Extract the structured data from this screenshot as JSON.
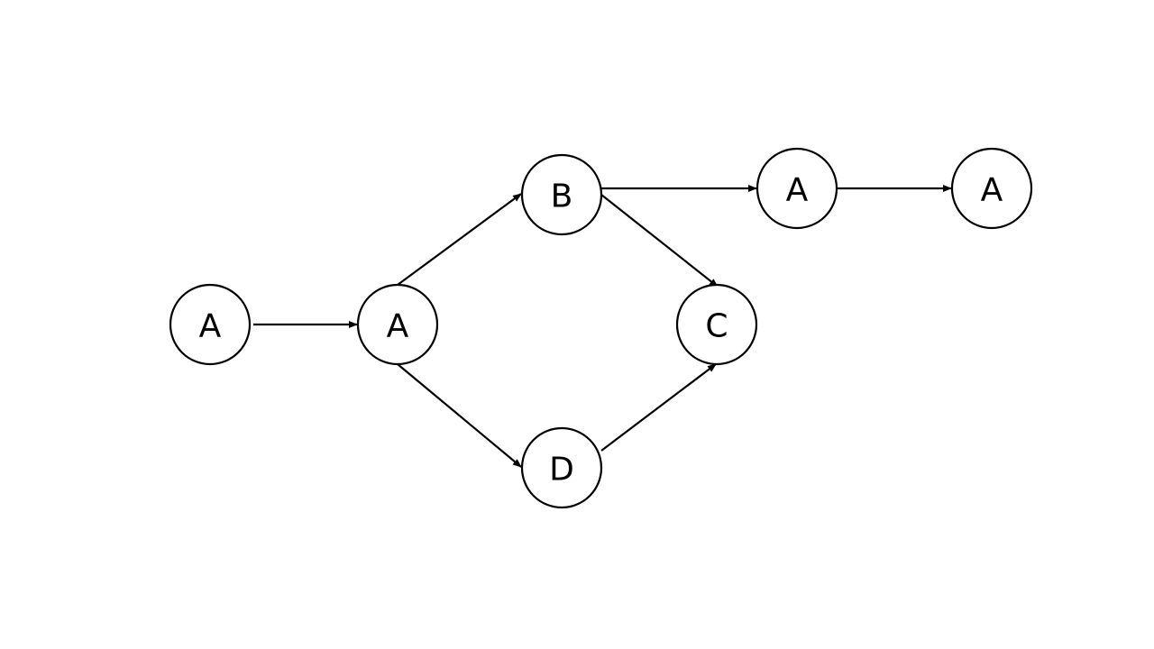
{
  "nodes": [
    {
      "id": "n1",
      "label": "A"
    },
    {
      "id": "n2",
      "label": "A"
    },
    {
      "id": "n3",
      "label": "B"
    },
    {
      "id": "n4",
      "label": "D"
    },
    {
      "id": "n5",
      "label": "C"
    },
    {
      "id": "n6",
      "label": "A"
    },
    {
      "id": "n7",
      "label": "A"
    }
  ],
  "edges": [
    {
      "from": "n1",
      "to": "n2"
    },
    {
      "from": "n2",
      "to": "n3"
    },
    {
      "from": "n2",
      "to": "n4"
    },
    {
      "from": "n3",
      "to": "n5"
    },
    {
      "from": "n4",
      "to": "n5"
    },
    {
      "from": "n3",
      "to": "n6"
    },
    {
      "from": "n6",
      "to": "n7"
    }
  ]
}
